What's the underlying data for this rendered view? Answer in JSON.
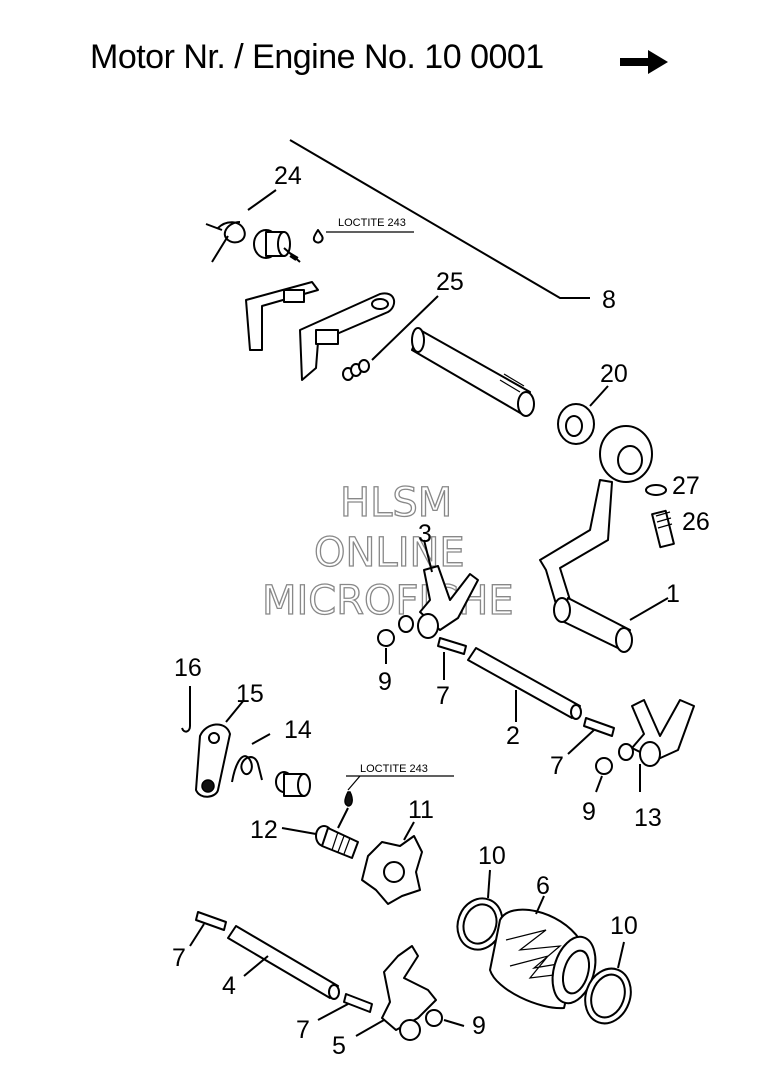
{
  "title": "Motor Nr. / Engine No. 10 0001",
  "title_arrow": "arrow-right-icon",
  "watermark": {
    "line1": "HLSM",
    "line2": "ONLINE",
    "line3": "MICROFICHE"
  },
  "notes": {
    "loctite_top": "LOCTITE 243",
    "loctite_mid": "LOCTITE 243"
  },
  "callouts": {
    "c24": "24",
    "c25": "25",
    "c8": "8",
    "c20": "20",
    "c27": "27",
    "c26": "26",
    "c3": "3",
    "c1": "1",
    "c9a": "9",
    "c7a": "7",
    "c2": "2",
    "c7b": "7",
    "c9b": "9",
    "c13": "13",
    "c16": "16",
    "c15": "15",
    "c14": "14",
    "c11": "11",
    "c12": "12",
    "c10a": "10",
    "c6": "6",
    "c10b": "10",
    "c7c": "7",
    "c4": "4",
    "c7d": "7",
    "c5": "5",
    "c9c": "9"
  }
}
